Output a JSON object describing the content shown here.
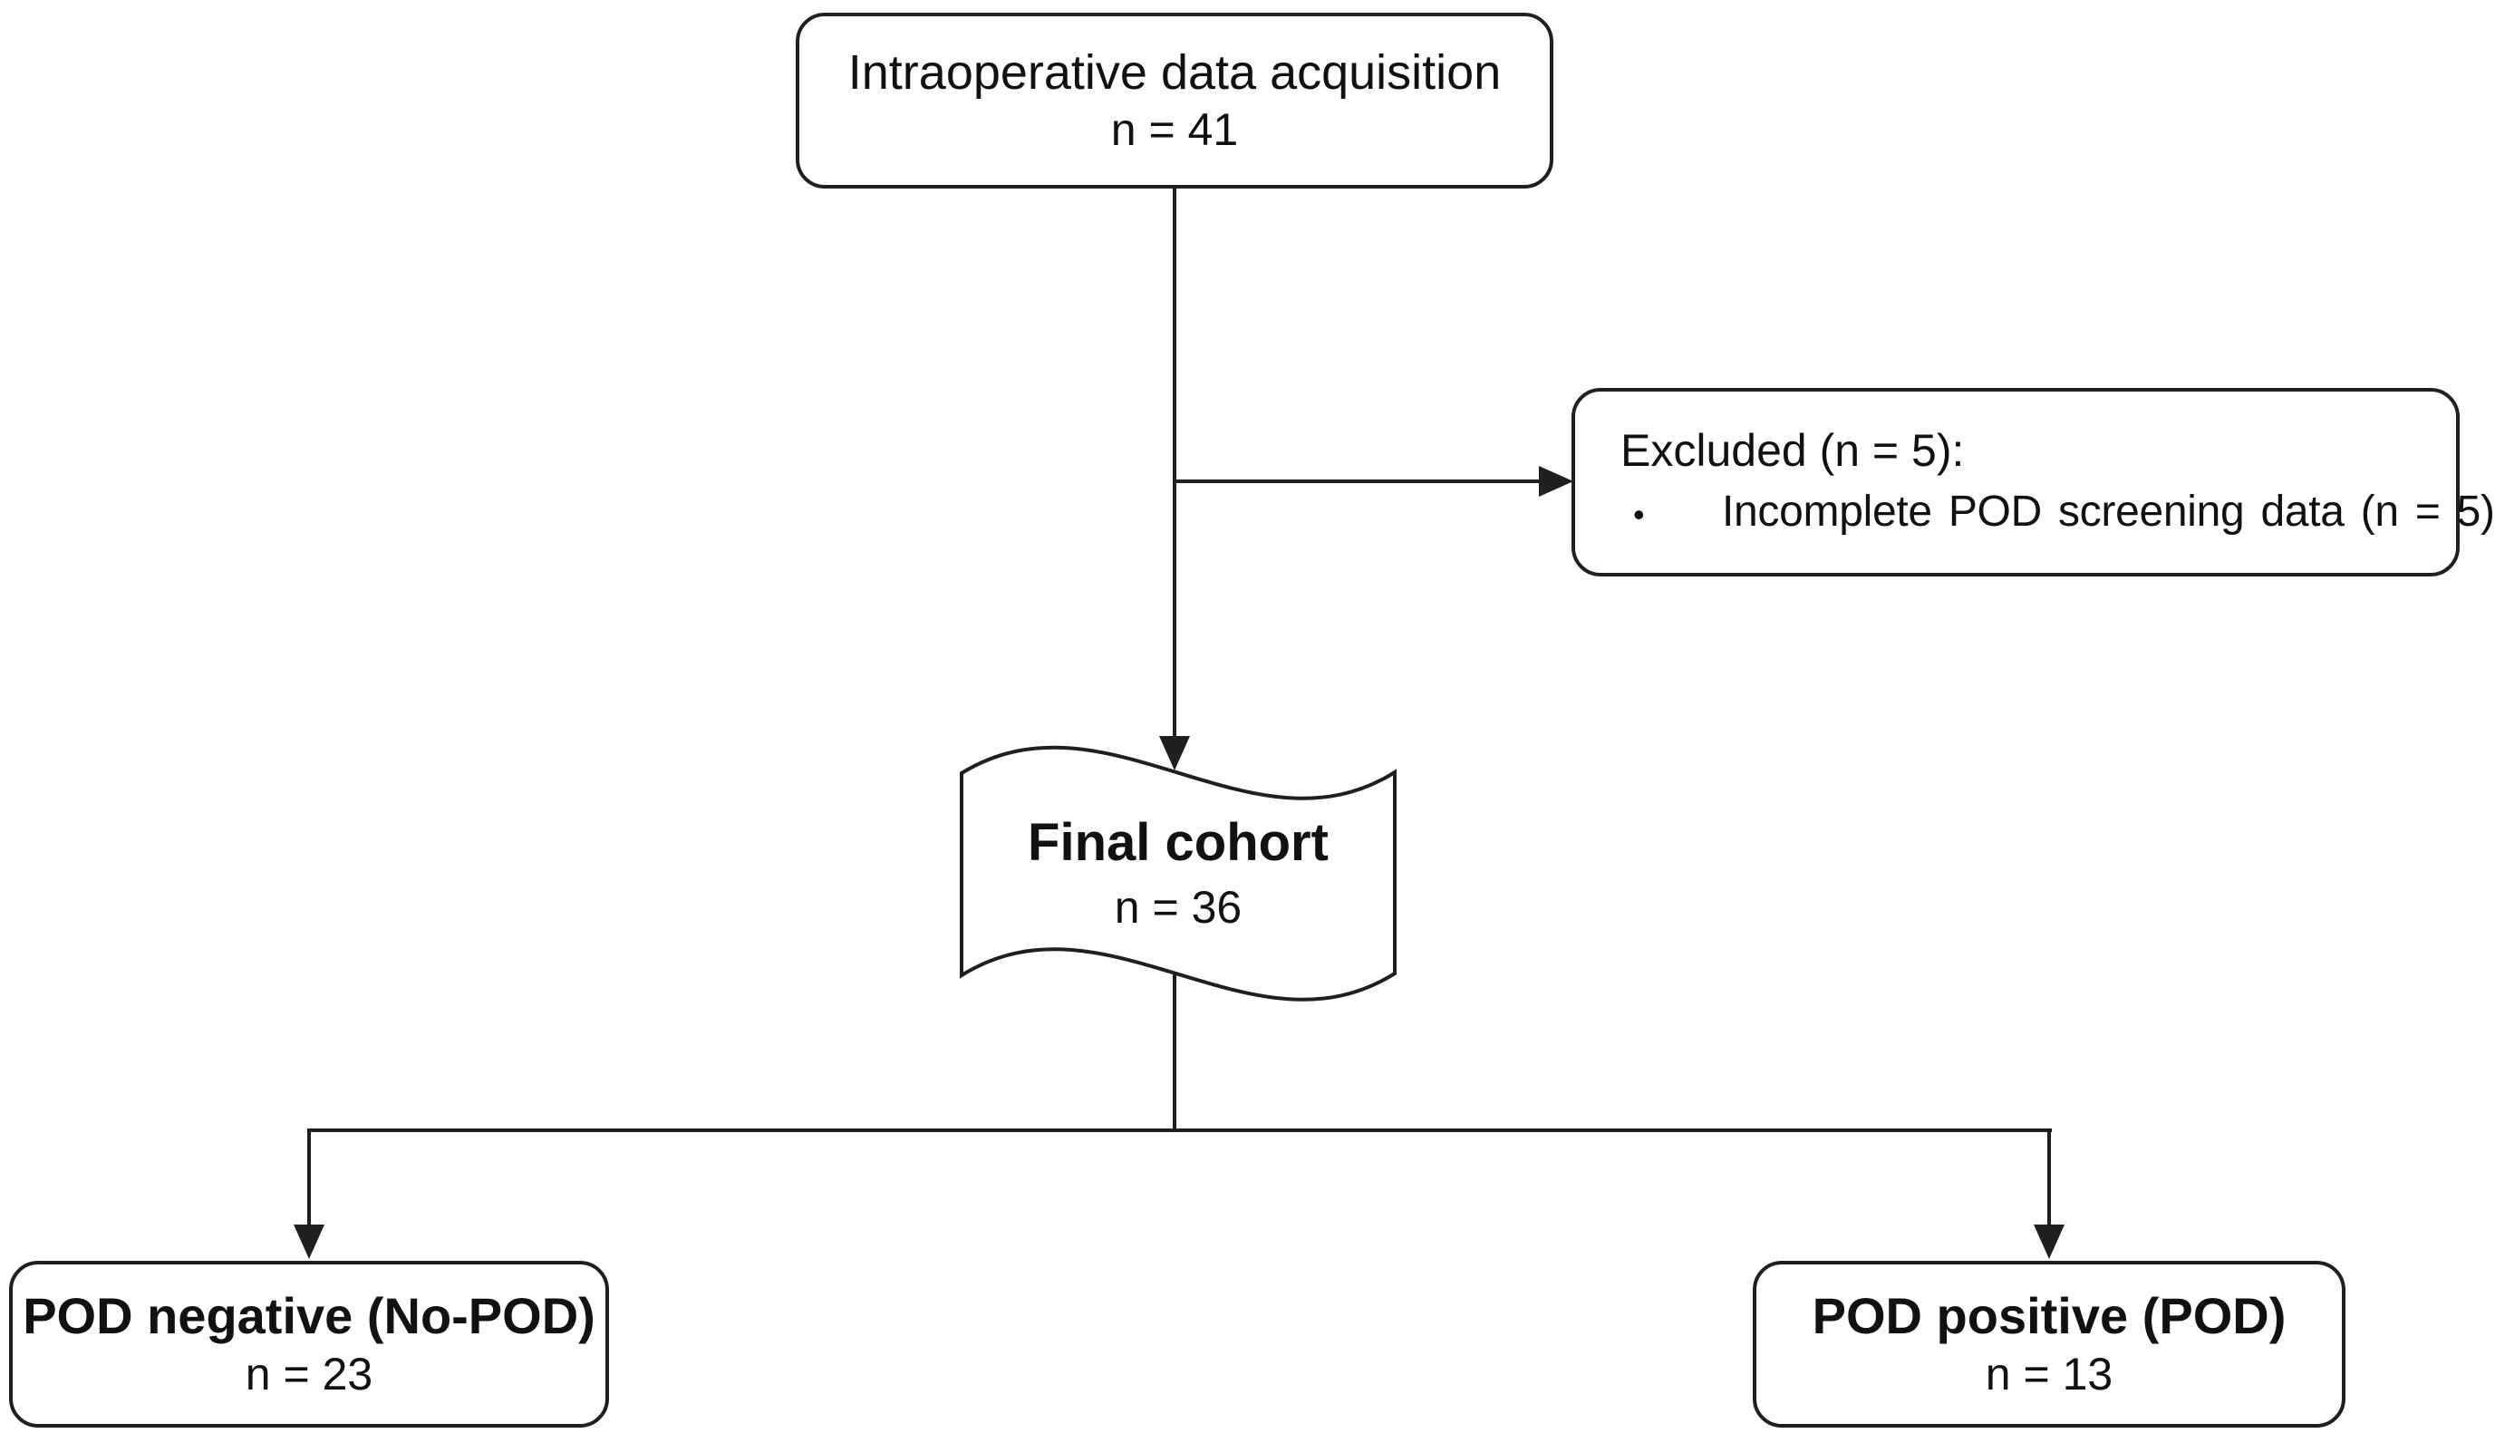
{
  "colors": {
    "background": "#ffffff",
    "line": "#1f1f1f",
    "text": "#111111"
  },
  "nodes": {
    "intraoperative": {
      "title": "Intraoperative data acquisition",
      "count": "n = 41"
    },
    "excluded": {
      "title": "Excluded (n = 5):",
      "bullet_glyph": "•",
      "bullet_text": "Incomplete POD screening data (n = 5)"
    },
    "final_cohort": {
      "title": "Final cohort",
      "count": "n = 36"
    },
    "pod_negative": {
      "title": "POD negative (No-POD)",
      "count": "n = 23"
    },
    "pod_positive": {
      "title": "POD positive (POD)",
      "count": "n = 13"
    }
  }
}
